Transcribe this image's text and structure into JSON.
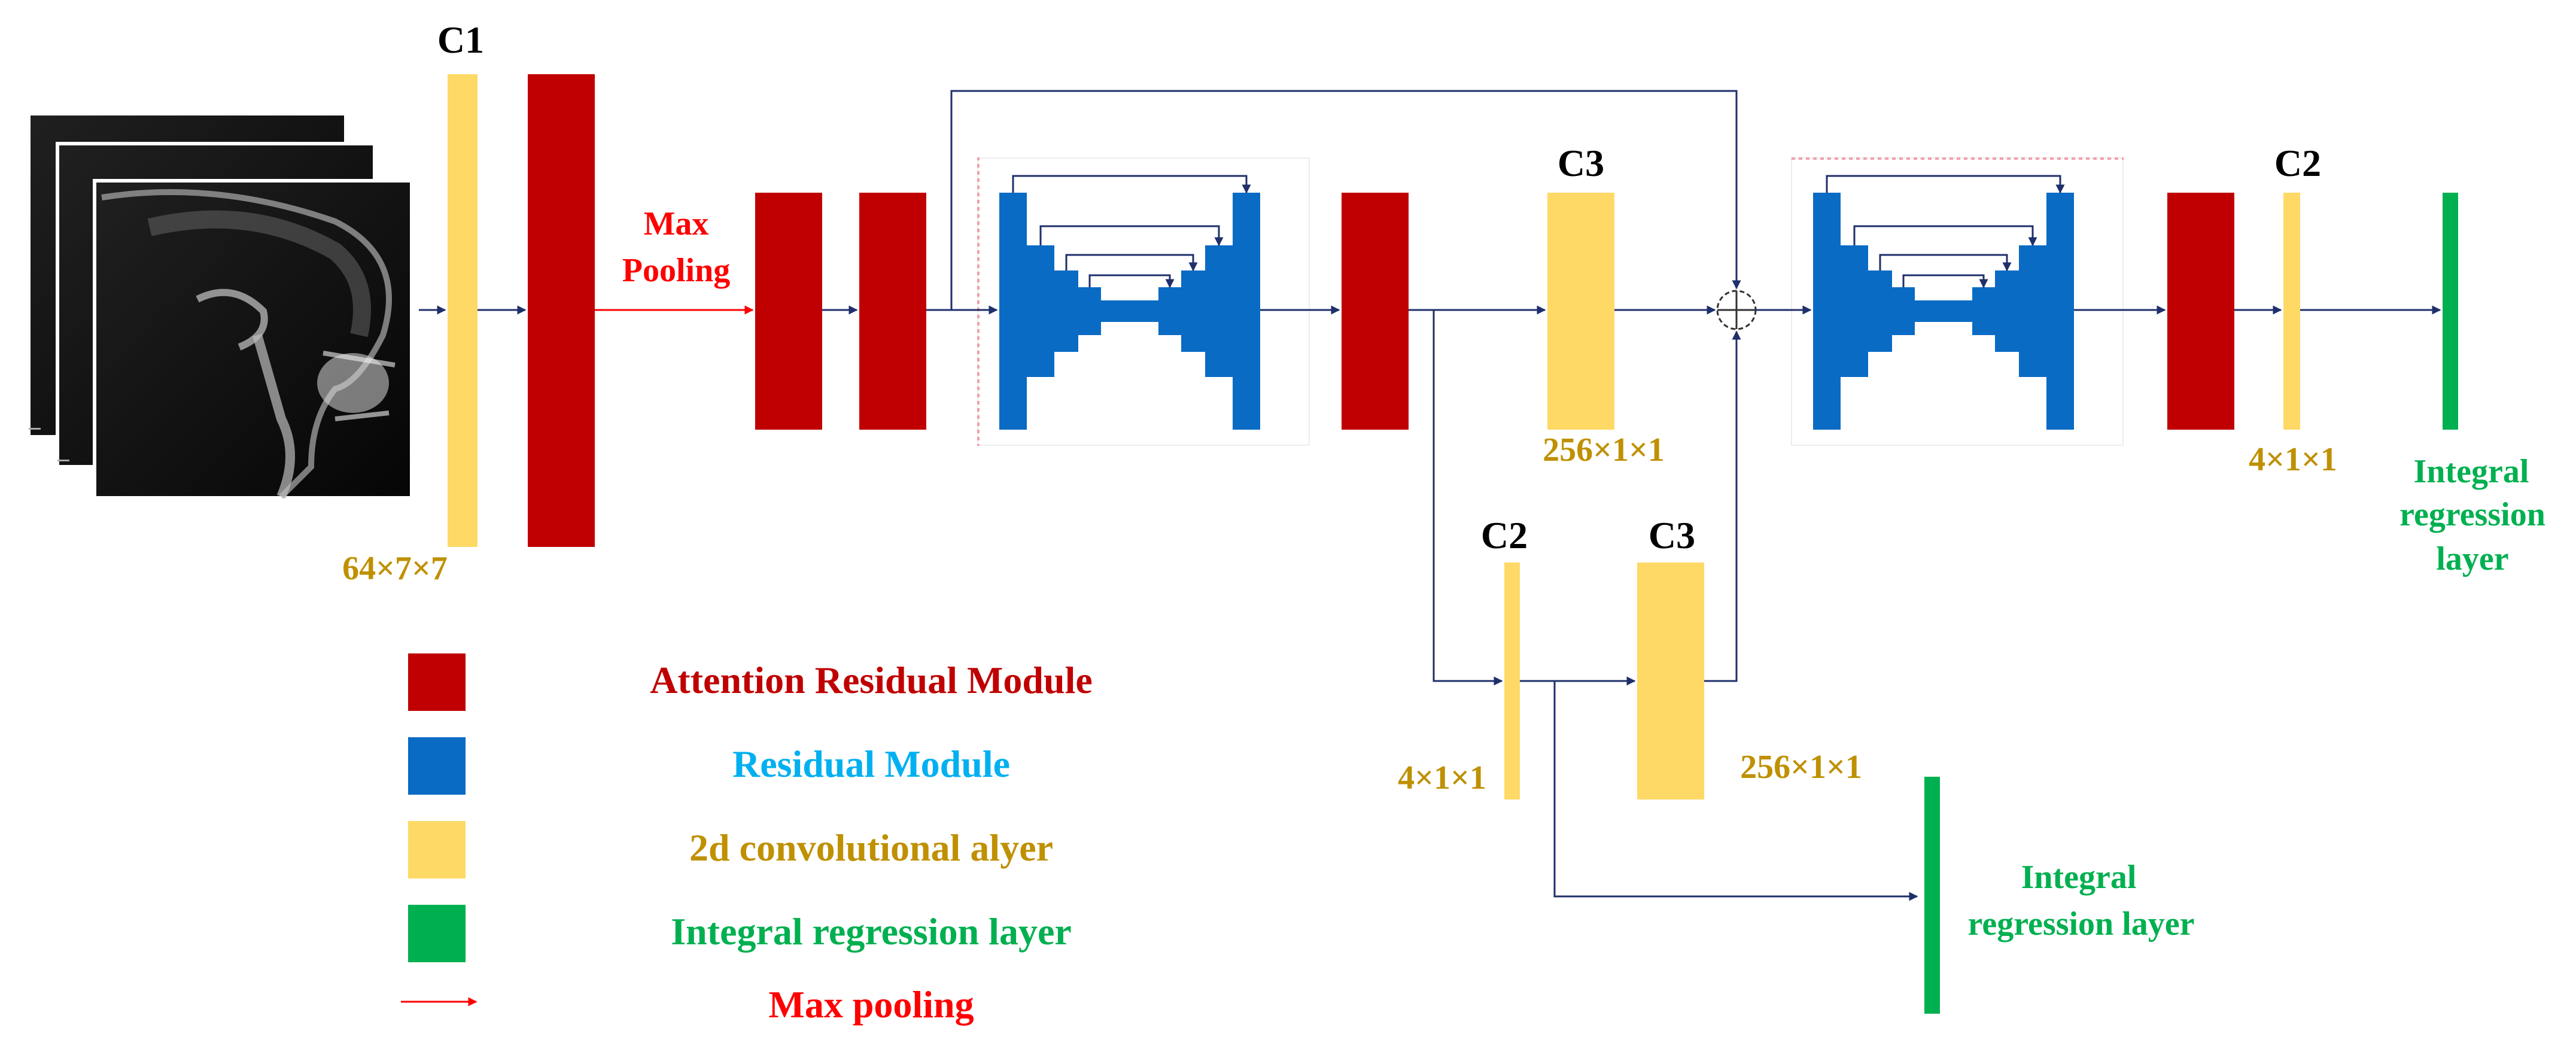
{
  "colors": {
    "attention": "#c00000",
    "residual": "#0a6bc4",
    "conv": "#ffd966",
    "integral": "#00b050",
    "maxpool": "#ff0000",
    "connector": "#1f2f6b",
    "dim_text": "#bf9000",
    "residual_label": "#00b0f0"
  },
  "labels": {
    "c1": "C1",
    "c1_dims": "64×7×7",
    "max_pooling_line1": "Max",
    "max_pooling_line2": "Pooling",
    "c3_top": "C3",
    "c3_top_dims": "256×1×1",
    "c2_top": "C2",
    "c2_top_dims": "4×1×1",
    "integral_top_line1": "Integral",
    "integral_top_line2": "regression",
    "integral_top_line3": "layer",
    "c2_bottom": "C2",
    "c2_bottom_dims": "4×1×1",
    "c3_bottom": "C3",
    "c3_bottom_dims": "256×1×1",
    "integral_bottom_line1": "Integral",
    "integral_bottom_line2": "regression layer"
  },
  "legend": [
    {
      "kind": "attention",
      "label": "Attention Residual Module"
    },
    {
      "kind": "residual",
      "label": "Residual Module"
    },
    {
      "kind": "conv",
      "label": "2d convolutional alyer"
    },
    {
      "kind": "integral",
      "label": "Integral regression layer"
    },
    {
      "kind": "maxpool",
      "label": "Max pooling"
    }
  ],
  "input_image": {
    "icon": "cephalometric-xray-stack",
    "count": 3
  }
}
